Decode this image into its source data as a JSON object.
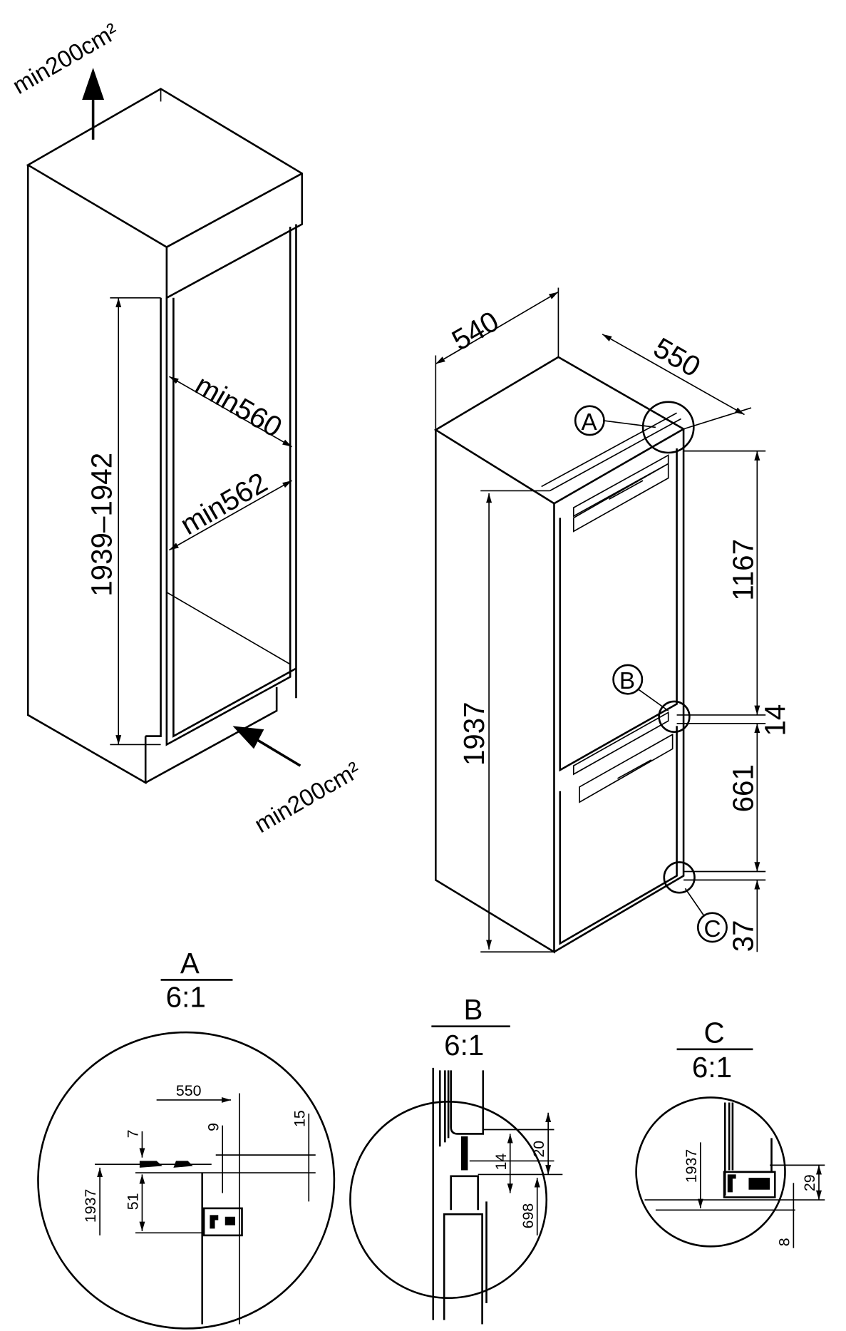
{
  "cabinet": {
    "vent_top": "min200cm²",
    "vent_bottom": "min200cm²",
    "height_range": "1939–1942",
    "width_upper": "min560",
    "width_lower": "min562"
  },
  "appliance": {
    "width": "540",
    "depth": "550",
    "total_height": "1937",
    "upper_door": "1167",
    "gap": "14",
    "lower_door": "661",
    "bottom": "37",
    "callouts": [
      "A",
      "B",
      "C"
    ]
  },
  "details": [
    {
      "label": "A",
      "scale": "6:1",
      "dims": [
        "550",
        "7",
        "9",
        "15",
        "1937",
        "51"
      ]
    },
    {
      "label": "B",
      "scale": "6:1",
      "dims": [
        "20",
        "14",
        "698"
      ]
    },
    {
      "label": "C",
      "scale": "6:1",
      "dims": [
        "1937",
        "29",
        "8"
      ]
    }
  ]
}
